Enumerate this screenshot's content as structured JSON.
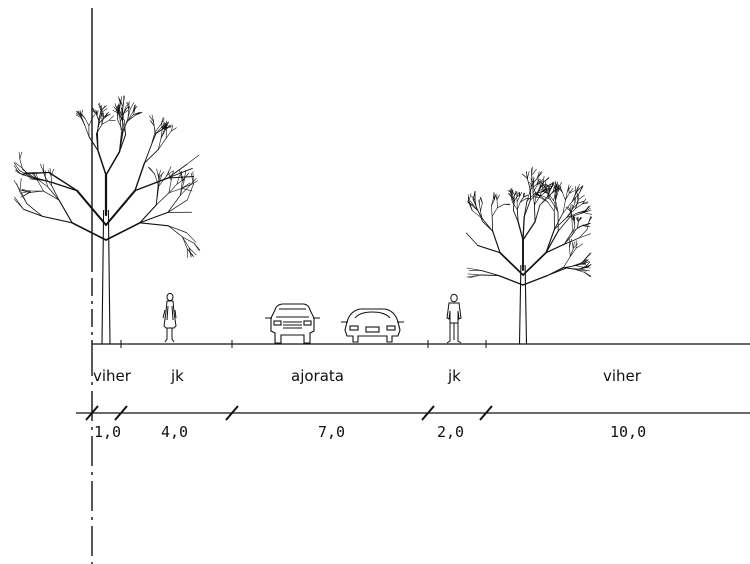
{
  "zones": [
    {
      "id": "viher-left",
      "label": "viher",
      "width": "1,0"
    },
    {
      "id": "jk-left",
      "label": "jk",
      "width": "4,0"
    },
    {
      "id": "ajorata",
      "label": "ajorata",
      "width": "7,0"
    },
    {
      "id": "jk-right",
      "label": "jk",
      "width": "2,0"
    },
    {
      "id": "viher-right",
      "label": "viher",
      "width": "10,0"
    }
  ]
}
